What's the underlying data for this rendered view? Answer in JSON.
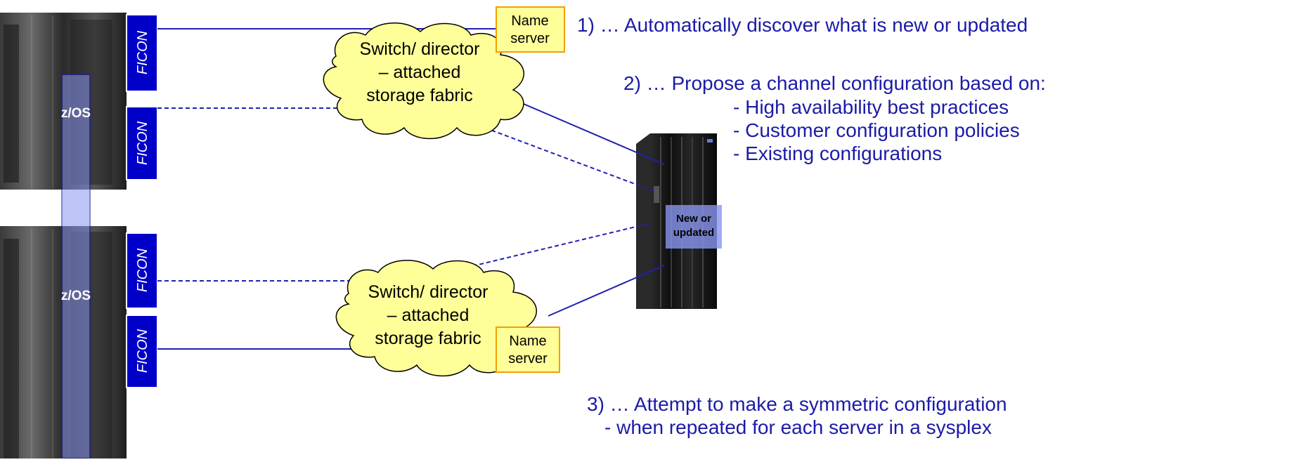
{
  "colors": {
    "line": "#2020b0",
    "ficon_fill": "#0000c8",
    "ficon_text": "#ffffff",
    "cloud_fill": "#ffff99",
    "name_server_fill": "#ffff99",
    "name_server_border": "#f0a000",
    "zos_band": "#8a96f0",
    "bullet_text": "#1b1ba8"
  },
  "servers": {
    "top": {
      "ficon_upper": "FICON",
      "ficon_lower": "FICON",
      "os_label": "z/OS"
    },
    "bottom": {
      "ficon_upper": "FICON",
      "ficon_lower": "FICON",
      "os_label": "z/OS"
    }
  },
  "fabrics": {
    "top": {
      "lines": [
        "Switch/ director",
        "– attached",
        "storage fabric"
      ]
    },
    "bottom": {
      "lines": [
        "Switch/ director",
        "– attached",
        "storage fabric"
      ]
    }
  },
  "name_servers": {
    "top": {
      "lines": [
        "Name",
        "server"
      ]
    },
    "bottom": {
      "lines": [
        "Name",
        "server"
      ]
    }
  },
  "storage": {
    "label_lines": [
      "New or",
      "updated"
    ]
  },
  "bullets": {
    "b1": "1) … Automatically discover what is new or updated",
    "b2": "2) … Propose a channel configuration based on:",
    "b2_sub": [
      "- High availability best practices",
      "- Customer configuration policies",
      "- Existing configurations"
    ],
    "b3": "3) … Attempt to make a symmetric configuration",
    "b3_sub": [
      "- when repeated for each server in a sysplex"
    ]
  }
}
